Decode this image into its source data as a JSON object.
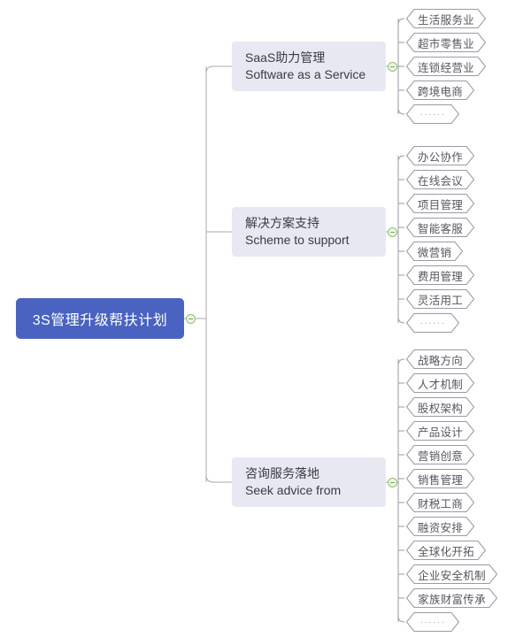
{
  "theme": {
    "root_fill": "#4a63c0",
    "root_text": "#ffffff",
    "branch_fill": "#e7e8f1",
    "branch_text": "#3b3b44",
    "leaf_stroke": "#9a9aa4",
    "leaf_text": "#55555f",
    "connector": "#a8a8b0",
    "toggle_stroke": "#8fbf72",
    "toggle_fill": "#eef6e8",
    "canvas": "#ffffff"
  },
  "root": {
    "label": "3S管理升级帮扶计划",
    "toggle": "collapse-toggle"
  },
  "branches": [
    {
      "title_cn": "SaaS助力管理",
      "title_en": "Software as a Service",
      "toggle": "collapse-toggle",
      "leaves": [
        {
          "label": "生活服务业"
        },
        {
          "label": "超市零售业"
        },
        {
          "label": "连锁经营业"
        },
        {
          "label": "跨境电商"
        },
        {
          "label": "……"
        }
      ]
    },
    {
      "title_cn": "解决方案支持",
      "title_en": "Scheme to support",
      "toggle": "collapse-toggle",
      "leaves": [
        {
          "label": "办公协作"
        },
        {
          "label": "在线会议"
        },
        {
          "label": "项目管理"
        },
        {
          "label": "智能客服"
        },
        {
          "label": "微营销"
        },
        {
          "label": "费用管理"
        },
        {
          "label": "灵活用工"
        },
        {
          "label": "……"
        }
      ]
    },
    {
      "title_cn": "咨询服务落地",
      "title_en": "Seek advice from",
      "toggle": "collapse-toggle",
      "leaves": [
        {
          "label": "战略方向"
        },
        {
          "label": "人才机制"
        },
        {
          "label": "股权架构"
        },
        {
          "label": "产品设计"
        },
        {
          "label": "营销创意"
        },
        {
          "label": "销售管理"
        },
        {
          "label": "财税工商"
        },
        {
          "label": "融资安排"
        },
        {
          "label": "全球化开拓"
        },
        {
          "label": "企业安全机制"
        },
        {
          "label": "家族财富传承"
        },
        {
          "label": "……"
        }
      ]
    }
  ]
}
